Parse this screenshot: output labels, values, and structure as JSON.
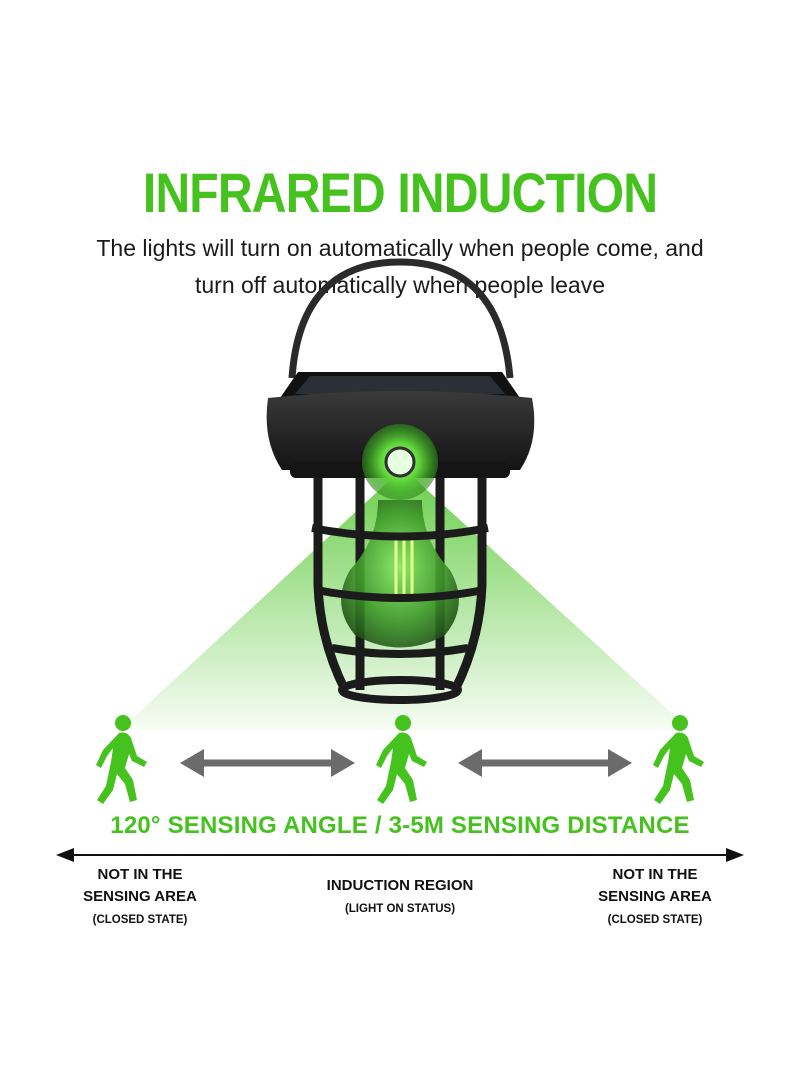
{
  "title": "INFRARED INDUCTION",
  "subtitle_line1": "The lights will turn on automatically when people come, and",
  "subtitle_line2": "turn off automatically when people leave",
  "sensing_caption": "120° SENSING ANGLE / 3-5M SENSING DISTANCE",
  "zones": {
    "left": {
      "line1": "NOT IN THE",
      "line2": "SENSING AREA",
      "state": "(CLOSED STATE)"
    },
    "middle": {
      "line1": "INDUCTION REGION",
      "state": "(LIGHT ON STATUS)"
    },
    "right": {
      "line1": "NOT IN THE",
      "line2": "SENSING AREA",
      "state": "(CLOSED STATE)"
    }
  },
  "colors": {
    "accent_green": "#46c21f",
    "lamp_body": "#1c1c1c",
    "arrow_gray": "#6b6b6b"
  },
  "icons": [
    "solar-lantern-icon",
    "pir-sensor-icon",
    "walking-person-icon",
    "double-arrow-icon"
  ]
}
